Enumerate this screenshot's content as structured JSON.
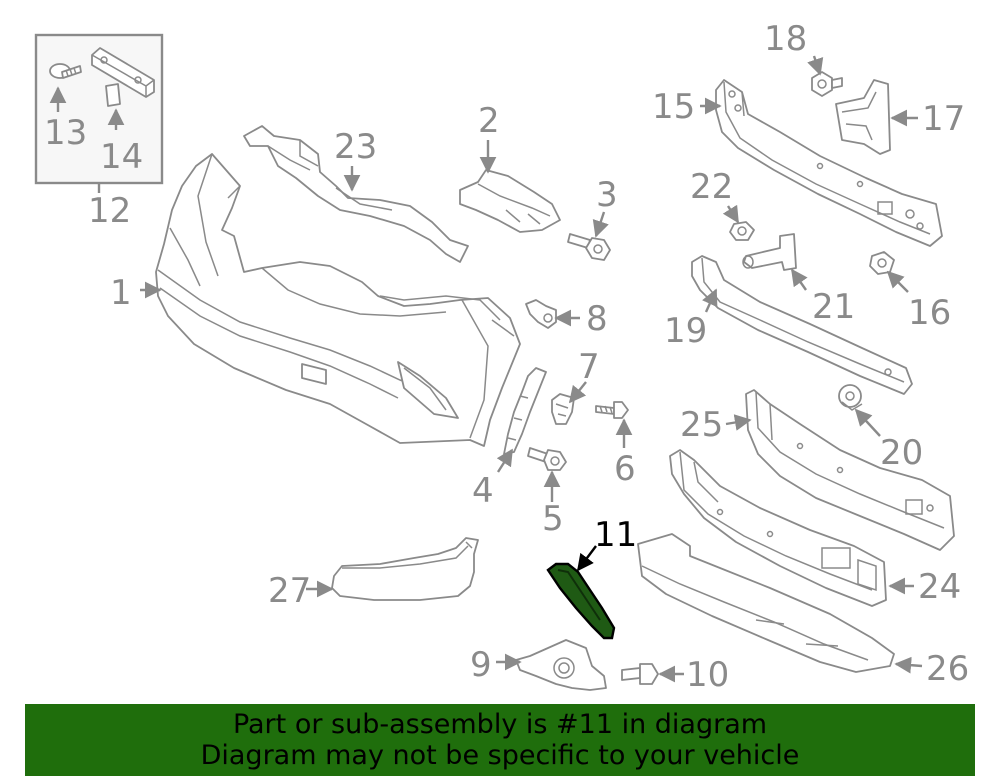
{
  "diagram": {
    "highlighted_part": "11",
    "highlight_color": "#1f5a14",
    "line_color": "#8a8a8a",
    "callouts": {
      "c1": "1",
      "c2": "2",
      "c3": "3",
      "c4": "4",
      "c5": "5",
      "c6": "6",
      "c7": "7",
      "c8": "8",
      "c9": "9",
      "c10": "10",
      "c11": "11",
      "c12": "12",
      "c13": "13",
      "c14": "14",
      "c15": "15",
      "c16": "16",
      "c17": "17",
      "c18": "18",
      "c19": "19",
      "c20": "20",
      "c21": "21",
      "c22": "22",
      "c23": "23",
      "c24": "24",
      "c25": "25",
      "c26": "26",
      "c27": "27"
    }
  },
  "banner": {
    "background": "#1f6e0c",
    "line1": "Part or sub-assembly is #11 in diagram",
    "line2": "Diagram may not be specific to your vehicle"
  }
}
